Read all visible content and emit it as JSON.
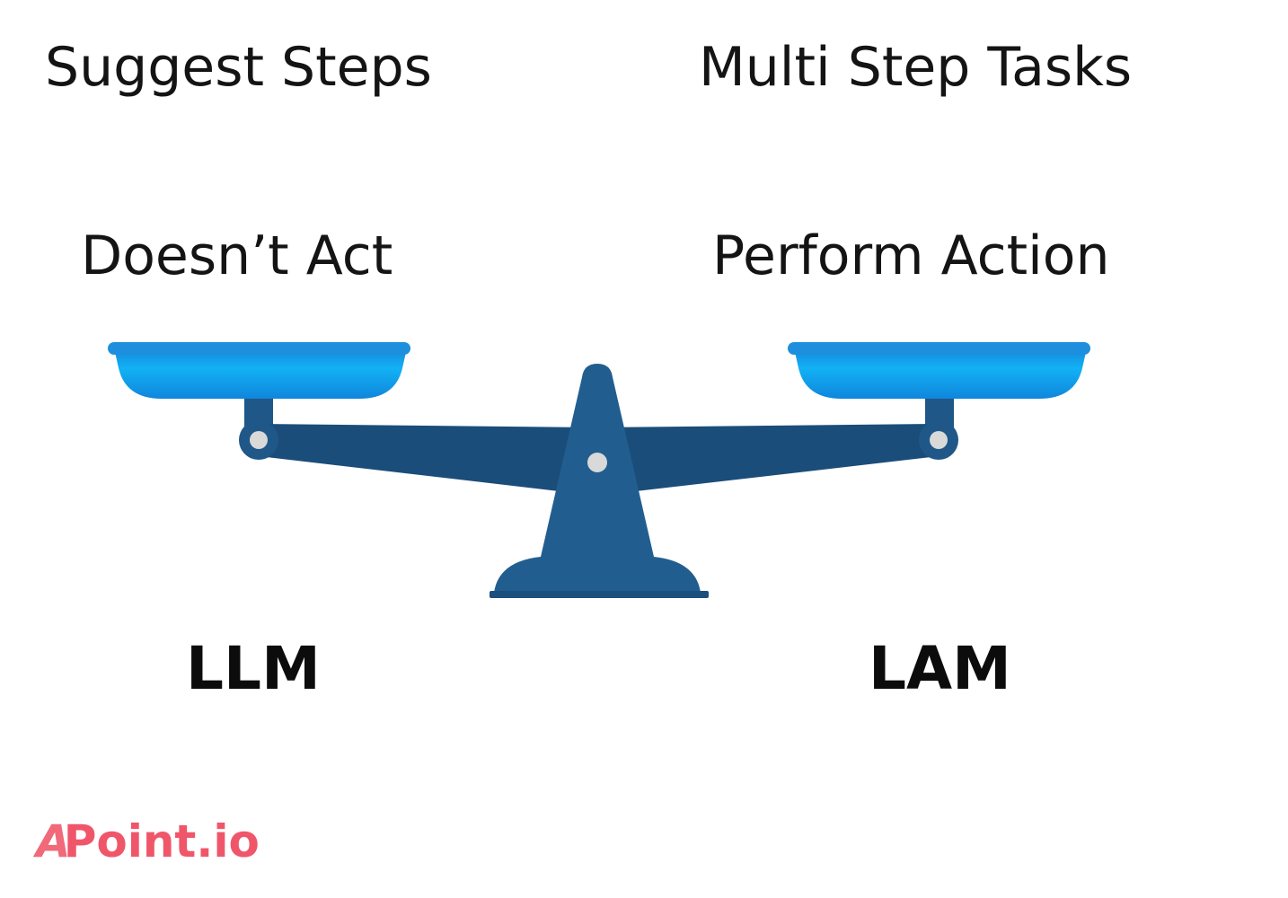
{
  "left": {
    "top_label": "Suggest Steps",
    "middle_label": "Doesn’t Act",
    "model": "LLM"
  },
  "right": {
    "top_label": "Multi Step Tasks",
    "middle_label": "Perform Action",
    "model": "LAM"
  },
  "brand": {
    "text": "Point.io",
    "prefix_letter": "A",
    "color": "#f0566a"
  },
  "colors": {
    "pan": "#1a9ee8",
    "pan_rim": "#1e88d8",
    "beam": "#1a4d7a",
    "stand": "#215e8f",
    "pivot": "#d9d9d9"
  },
  "icons": {
    "scale": "balance-scale-icon"
  }
}
